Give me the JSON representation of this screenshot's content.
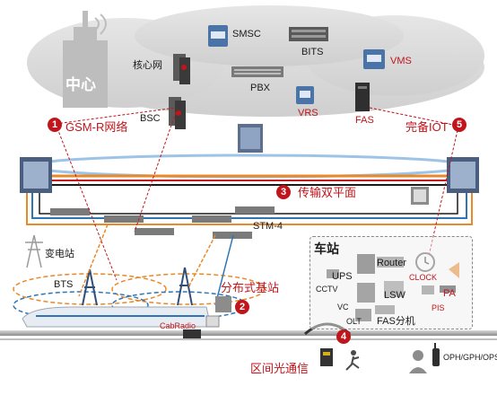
{
  "center": {
    "label": "中心"
  },
  "core_network": {
    "label": "核心网"
  },
  "bsc": {
    "label": "BSC"
  },
  "smsc": {
    "label": "SMSC"
  },
  "bits": {
    "label": "BITS"
  },
  "vms": {
    "label": "VMS"
  },
  "pbx": {
    "label": "PBX"
  },
  "vrs": {
    "label": "VRS"
  },
  "fas": {
    "label": "FAS"
  },
  "callouts": [
    {
      "num": "1",
      "label": "GSM-R网络"
    },
    {
      "num": "2",
      "label": "分布式基站"
    },
    {
      "num": "3",
      "label": "传输双平面"
    },
    {
      "num": "4",
      "label": "区间光通信"
    },
    {
      "num": "5",
      "label": "完备IOT"
    }
  ],
  "stm": {
    "label": "STM-4"
  },
  "substation": {
    "label": "变电站"
  },
  "bts": {
    "label": "BTS"
  },
  "cabradio": {
    "label": "CabRadio"
  },
  "station": {
    "title": "车站",
    "router": "Router",
    "ups": "UPS",
    "cctv": "CCTV",
    "lsw": "LSW",
    "vc": "VC",
    "olt": "OLT",
    "fas_ext": "FAS分机",
    "clock": "CLOCK",
    "pa": "PA",
    "pis": "PIS"
  },
  "terminal": {
    "label": "OPH/GPH/OPS"
  },
  "colors": {
    "accent": "#c0151b",
    "ring": "#2e75b6",
    "orange": "#e8892a"
  }
}
